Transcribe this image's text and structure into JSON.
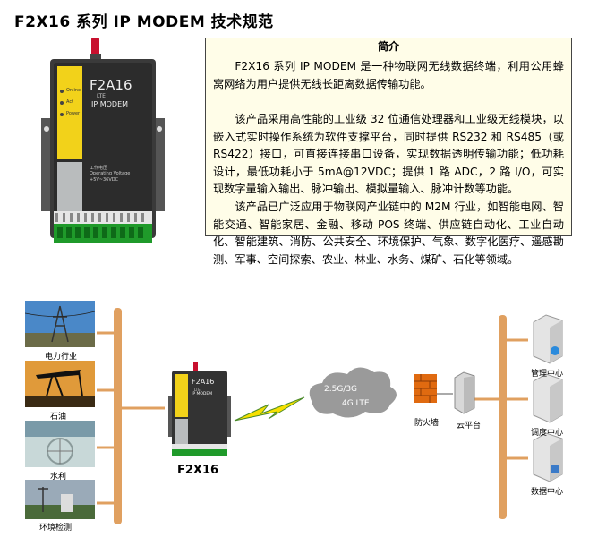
{
  "doc": {
    "title": "F2X16 系列 IP MODEM 技术规范"
  },
  "intro": {
    "heading": "简介",
    "p1": "F2X16 系列 IP MODEM 是一种物联网无线数据终端，利用公用蜂窝网络为用户提供无线长距离数据传输功能。",
    "p2": "该产品采用高性能的工业级 32 位通信处理器和工业级无线模块，以嵌入式实时操作系统为软件支撑平台，同时提供 RS232 和 RS485（或 RS422）接口，可直接连接串口设备，实现数据透明传输功能；低功耗设计，最低功耗小于 5mA@12VDC；提供 1 路 ADC，2 路 I/O，可实现数字量输入输出、脉冲输出、模拟量输入、脉冲计数等功能。",
    "p3": "该产品已广泛应用于物联网产业链中的 M2M 行业，如智能电网、智能交通、智能家居、金融、移动 POS 终端、供应链自动化、工业自动化、智能建筑、消防、公共安全、环境保护、气象、数字化医疗、遥感勘测、军事、空间探索、农业、林业、水务、煤矿、石化等领域。"
  },
  "device_big": {
    "brand": "F2A16",
    "sub1": "LTE",
    "sub2": "IP MODEM",
    "led_labels": [
      "Online",
      "Act",
      "Power"
    ],
    "spec1": "工作电压",
    "spec2": "Operating Voltage",
    "spec3": "+5V~36VDC"
  },
  "device_small": {
    "brand": "F2A16",
    "sub1": "LTE",
    "sub2": "IP MODEM",
    "caption": "F2X16"
  },
  "applications": [
    {
      "label": "电力行业"
    },
    {
      "label": "石油"
    },
    {
      "label": "水利"
    },
    {
      "label": "环境检测"
    }
  ],
  "network": {
    "cloud_label1": "2.5G/3G",
    "cloud_label2": "4G LTE",
    "firewall_label": "防火墙",
    "platform_label": "云平台"
  },
  "servers": [
    {
      "label": "管理中心"
    },
    {
      "label": "调度中心"
    },
    {
      "label": "数据中心"
    }
  ],
  "colors": {
    "bar": "#e0a060",
    "device_yellow": "#f2d21a",
    "terminal_green": "#1f9a2a",
    "antenna_red": "#c8102e",
    "box_bg": "#fffde8",
    "firewall": "#e06a10"
  }
}
